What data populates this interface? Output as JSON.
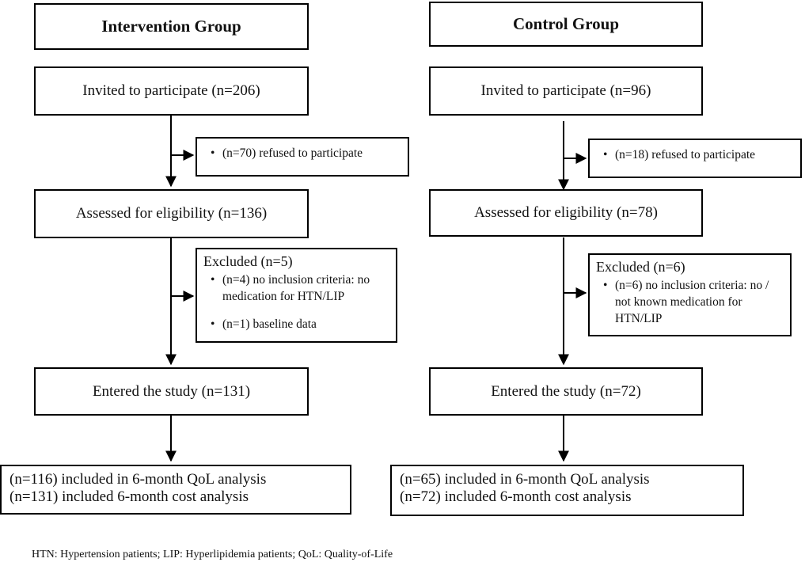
{
  "intervention": {
    "header": "Intervention Group",
    "invited": "Invited to participate (n=206)",
    "refused": "(n=70) refused to participate",
    "assessed": "Assessed for eligibility (n=136)",
    "excluded_title": "Excluded (n=5)",
    "excluded_items": [
      "(n=4) no inclusion criteria: no medication for HTN/LIP",
      "(n=1) baseline data"
    ],
    "entered": "Entered the study (n=131)",
    "results": [
      "(n=116) included in 6-month QoL analysis",
      "(n=131) included 6-month cost analysis"
    ]
  },
  "control": {
    "header": "Control Group",
    "invited": "Invited to participate (n=96)",
    "refused": "(n=18) refused to participate",
    "assessed": "Assessed for eligibility (n=78)",
    "excluded_title": "Excluded (n=6)",
    "excluded_items": [
      "(n=6) no inclusion criteria: no / not known medication for HTN/LIP"
    ],
    "entered": "Entered the study (n=72)",
    "results": [
      "(n=65) included in 6-month QoL analysis",
      "(n=72) included 6-month cost analysis"
    ]
  },
  "footnote": "HTN: Hypertension patients; LIP: Hyperlipidemia patients; QoL: Quality-of-Life"
}
